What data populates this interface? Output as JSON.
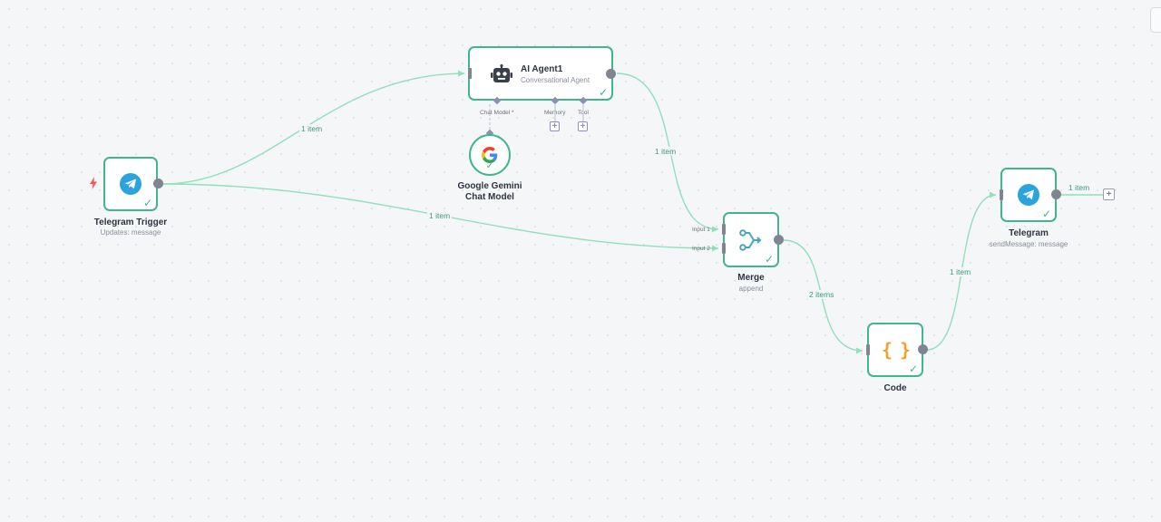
{
  "canvas": {
    "background": "#f5f6f8"
  },
  "colors": {
    "success": "#3fb68b",
    "edge": "#8fe0bb",
    "handle": "#808690",
    "sub_port": "#8c8fb8",
    "telegram": "#2aa3df",
    "code": "#f59e2a"
  },
  "nodes": {
    "telegram_trigger": {
      "title": "Telegram Trigger",
      "subtitle": "Updates: message",
      "icon": "telegram-icon",
      "trigger_icon": "lightning-bolt-icon",
      "status": "success"
    },
    "ai_agent": {
      "title": "AI Agent1",
      "subtitle": "Conversational Agent",
      "icon": "robot-icon",
      "status": "success",
      "ports": {
        "chat_model": "Chat Model *",
        "memory": "Memory",
        "tool": "Tool"
      }
    },
    "gemini": {
      "title_line1": "Google Gemini",
      "title_line2": "Chat Model",
      "icon": "google-g-icon",
      "status": "success"
    },
    "merge": {
      "title": "Merge",
      "subtitle": "append",
      "icon": "merge-icon",
      "status": "success",
      "inputs": [
        "Input 1",
        "Input 2"
      ]
    },
    "code": {
      "title": "Code",
      "icon": "braces-icon",
      "glyph": "{ }",
      "status": "success"
    },
    "telegram": {
      "title": "Telegram",
      "subtitle": "sendMessage: message",
      "icon": "telegram-icon",
      "status": "success"
    }
  },
  "edges": {
    "trigger_to_agent": "1 item",
    "trigger_to_merge": "1 item",
    "agent_to_merge": "1 item",
    "merge_to_code": "2 items",
    "code_to_telegram": "1 item",
    "telegram_out": "1 item"
  },
  "symbols": {
    "plus": "+",
    "check": "✓"
  }
}
